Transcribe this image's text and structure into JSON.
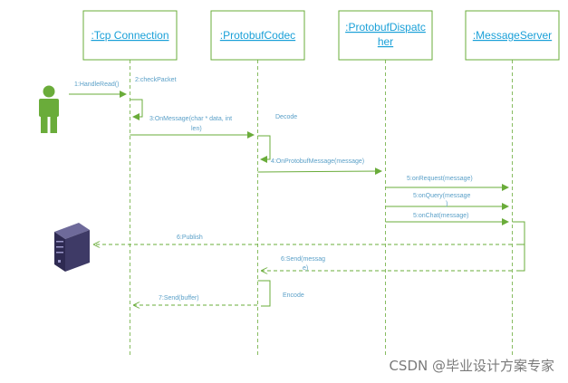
{
  "lifelines": [
    {
      "id": "tcp",
      "title": ":Tcp Connection"
    },
    {
      "id": "codec",
      "title": ":ProtobufCodec"
    },
    {
      "id": "dispatcher",
      "title_line1": ":ProtobufDispatc",
      "title_line2": "her"
    },
    {
      "id": "server",
      "title": ":MessageServer"
    }
  ],
  "actors": [
    {
      "id": "user",
      "icon": "person-icon"
    },
    {
      "id": "db",
      "icon": "server-icon"
    }
  ],
  "messages": [
    {
      "id": "m1",
      "label": "1:HandleRead()",
      "style": "solid"
    },
    {
      "id": "m2",
      "label": "2:checkPacket",
      "style": "solid"
    },
    {
      "id": "m3",
      "line1": "3:OnMessage(char * data, int",
      "line2": "len)",
      "style": "solid"
    },
    {
      "id": "m3b",
      "label": "Decode",
      "style": "note"
    },
    {
      "id": "m4",
      "label": "4:OnProtobufMessage(message)",
      "style": "solid"
    },
    {
      "id": "m5a",
      "label": "5:onRequest(message)",
      "style": "solid"
    },
    {
      "id": "m5b",
      "line1": "5:onQuery(message",
      "line2": ")",
      "style": "solid"
    },
    {
      "id": "m5c",
      "label": "5:onChat(message)",
      "style": "solid"
    },
    {
      "id": "m6a",
      "label": "6:Publish",
      "style": "dashed"
    },
    {
      "id": "m6b",
      "line1": "6:Send(messag",
      "line2": "e)",
      "style": "dashed"
    },
    {
      "id": "m7a",
      "label": "Encode",
      "style": "note"
    },
    {
      "id": "m7b",
      "label": "7:Send(buffer)",
      "style": "dashed"
    }
  ],
  "colors": {
    "line": "#6aac3a",
    "label": "#5ba0c8",
    "title": "#1aa0d8",
    "box_border": "#6aac3a",
    "person": "#6aac3a",
    "server_body": "#3e3a66"
  },
  "watermark": "CSDN @毕业设计方案专家"
}
